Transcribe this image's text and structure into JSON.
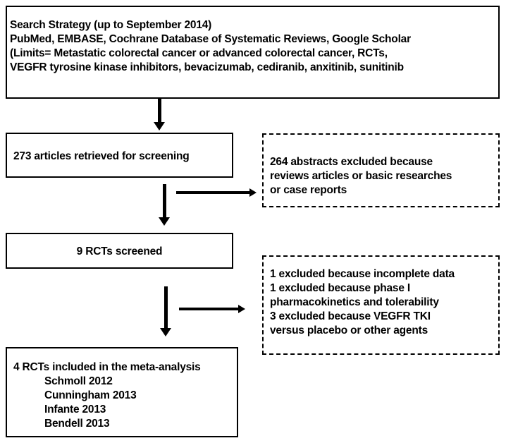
{
  "boxes": {
    "search": {
      "title": "Search Strategy (up to September 2014)",
      "lines": [
        "PubMed, EMBASE, Cochrane Database of Systematic Reviews, Google Scholar",
        "(Limits= Metastatic colorectal cancer or advanced colorectal cancer, RCTs,",
        "VEGFR tyrosine kinase inhibitors, bevacizumab, cediranib, anxitinib, sunitinib"
      ]
    },
    "retrieved": {
      "text": "273  articles retrieved for screening"
    },
    "excluded_abstracts": {
      "lines": [
        "264 abstracts excluded because",
        "reviews articles or basic researches",
        "or case reports"
      ]
    },
    "screened": {
      "text": "9 RCTs screened"
    },
    "excluded_rcts": {
      "lines": [
        "1 excluded because incomplete data",
        "1 excluded because phase I",
        "pharmacokinetics and tolerability",
        "3 excluded because VEGFR TKI",
        "versus placebo or other agents"
      ]
    },
    "included": {
      "title": "4 RCTs included in the meta-analysis",
      "studies": [
        "Schmoll 2012",
        "Cunningham 2013",
        "Infante 2013",
        "Bendell 2013"
      ]
    }
  }
}
